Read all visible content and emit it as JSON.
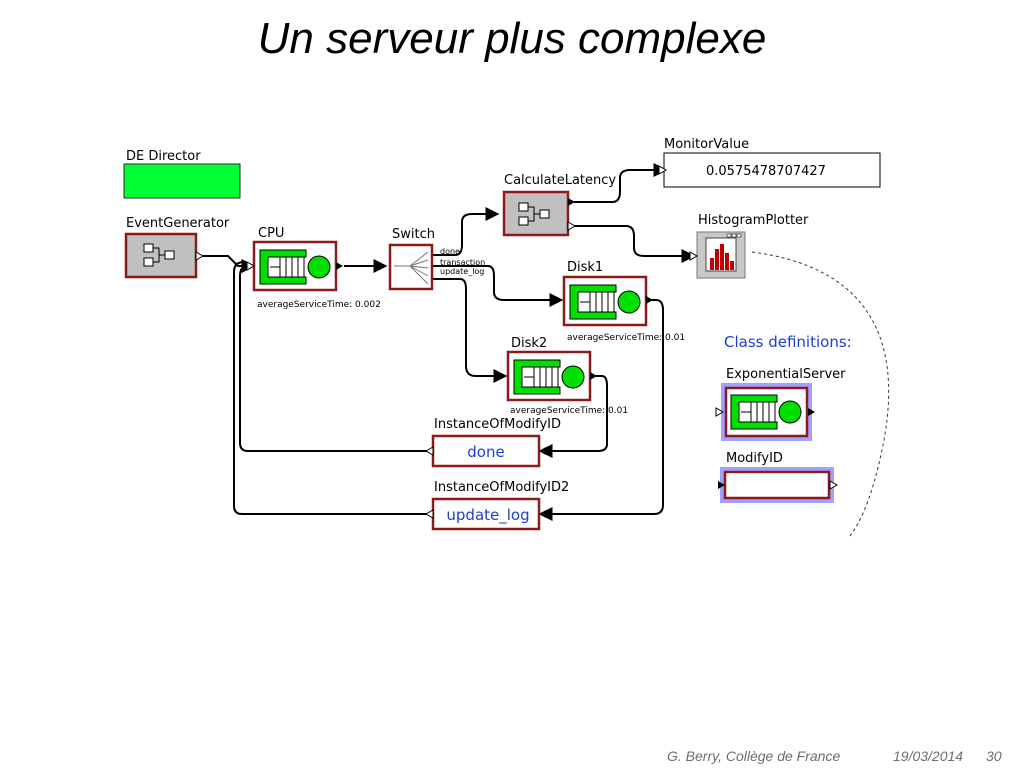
{
  "slide": {
    "title": "Un serveur plus complexe",
    "footer_author": "G. Berry, Collège de France",
    "footer_date": "19/03/2014",
    "footer_page": "30"
  },
  "diagram": {
    "de_director": "DE Director",
    "event_generator": "EventGenerator",
    "cpu": "CPU",
    "cpu_param": "averageServiceTime: 0.002",
    "switch": "Switch",
    "switch_ports": [
      "done",
      "transaction",
      "update_log"
    ],
    "calculate_latency": "CalculateLatency",
    "monitor_value": "MonitorValue",
    "monitor_reading": "0.0575478707427",
    "histogram_plotter": "HistogramPlotter",
    "disk1": "Disk1",
    "disk1_param": "averageServiceTime: 0.01",
    "disk2": "Disk2",
    "disk2_param": "averageServiceTime: 0.01",
    "modify1_title": "InstanceOfModifyID",
    "modify1_value": "done",
    "modify2_title": "InstanceOfModifyID2",
    "modify2_value": "update_log",
    "class_definitions": "Class definitions:",
    "exponential_server": "ExponentialServer",
    "modify_id": "ModifyID"
  },
  "colors": {
    "director_green": "#00ff33",
    "actor_border": "#8b1a1a",
    "server_green": "#00e000",
    "class_blue": "#1a3fd6",
    "class_highlight": "#a0a0ff"
  }
}
